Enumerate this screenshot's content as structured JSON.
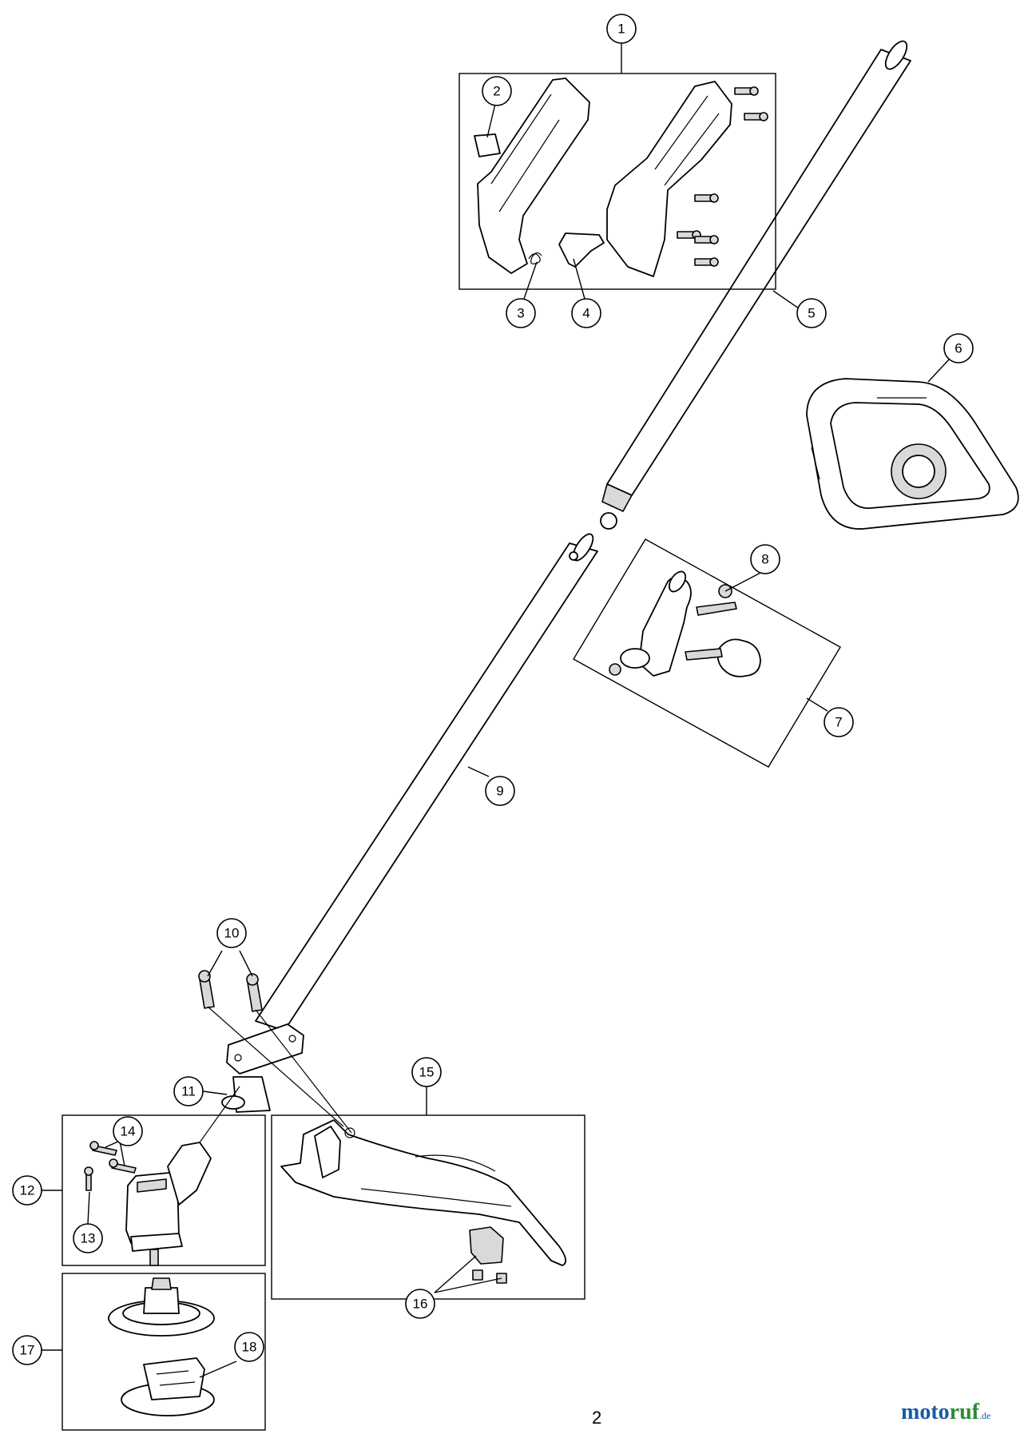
{
  "callouts": [
    {
      "label": "1"
    },
    {
      "label": "2"
    },
    {
      "label": "3"
    },
    {
      "label": "4"
    },
    {
      "label": "5"
    },
    {
      "label": "6"
    },
    {
      "label": "7"
    },
    {
      "label": "8"
    },
    {
      "label": "9"
    },
    {
      "label": "10"
    },
    {
      "label": "11"
    },
    {
      "label": "12"
    },
    {
      "label": "13"
    },
    {
      "label": "14"
    },
    {
      "label": "15"
    },
    {
      "label": "16"
    },
    {
      "label": "17"
    },
    {
      "label": "18"
    }
  ],
  "page_number": "2",
  "watermark": {
    "part1": "moto",
    "part2": "ruf",
    "suffix": ".de",
    "color_primary": "#1a5aa8",
    "color_secondary": "#2c8a35"
  }
}
